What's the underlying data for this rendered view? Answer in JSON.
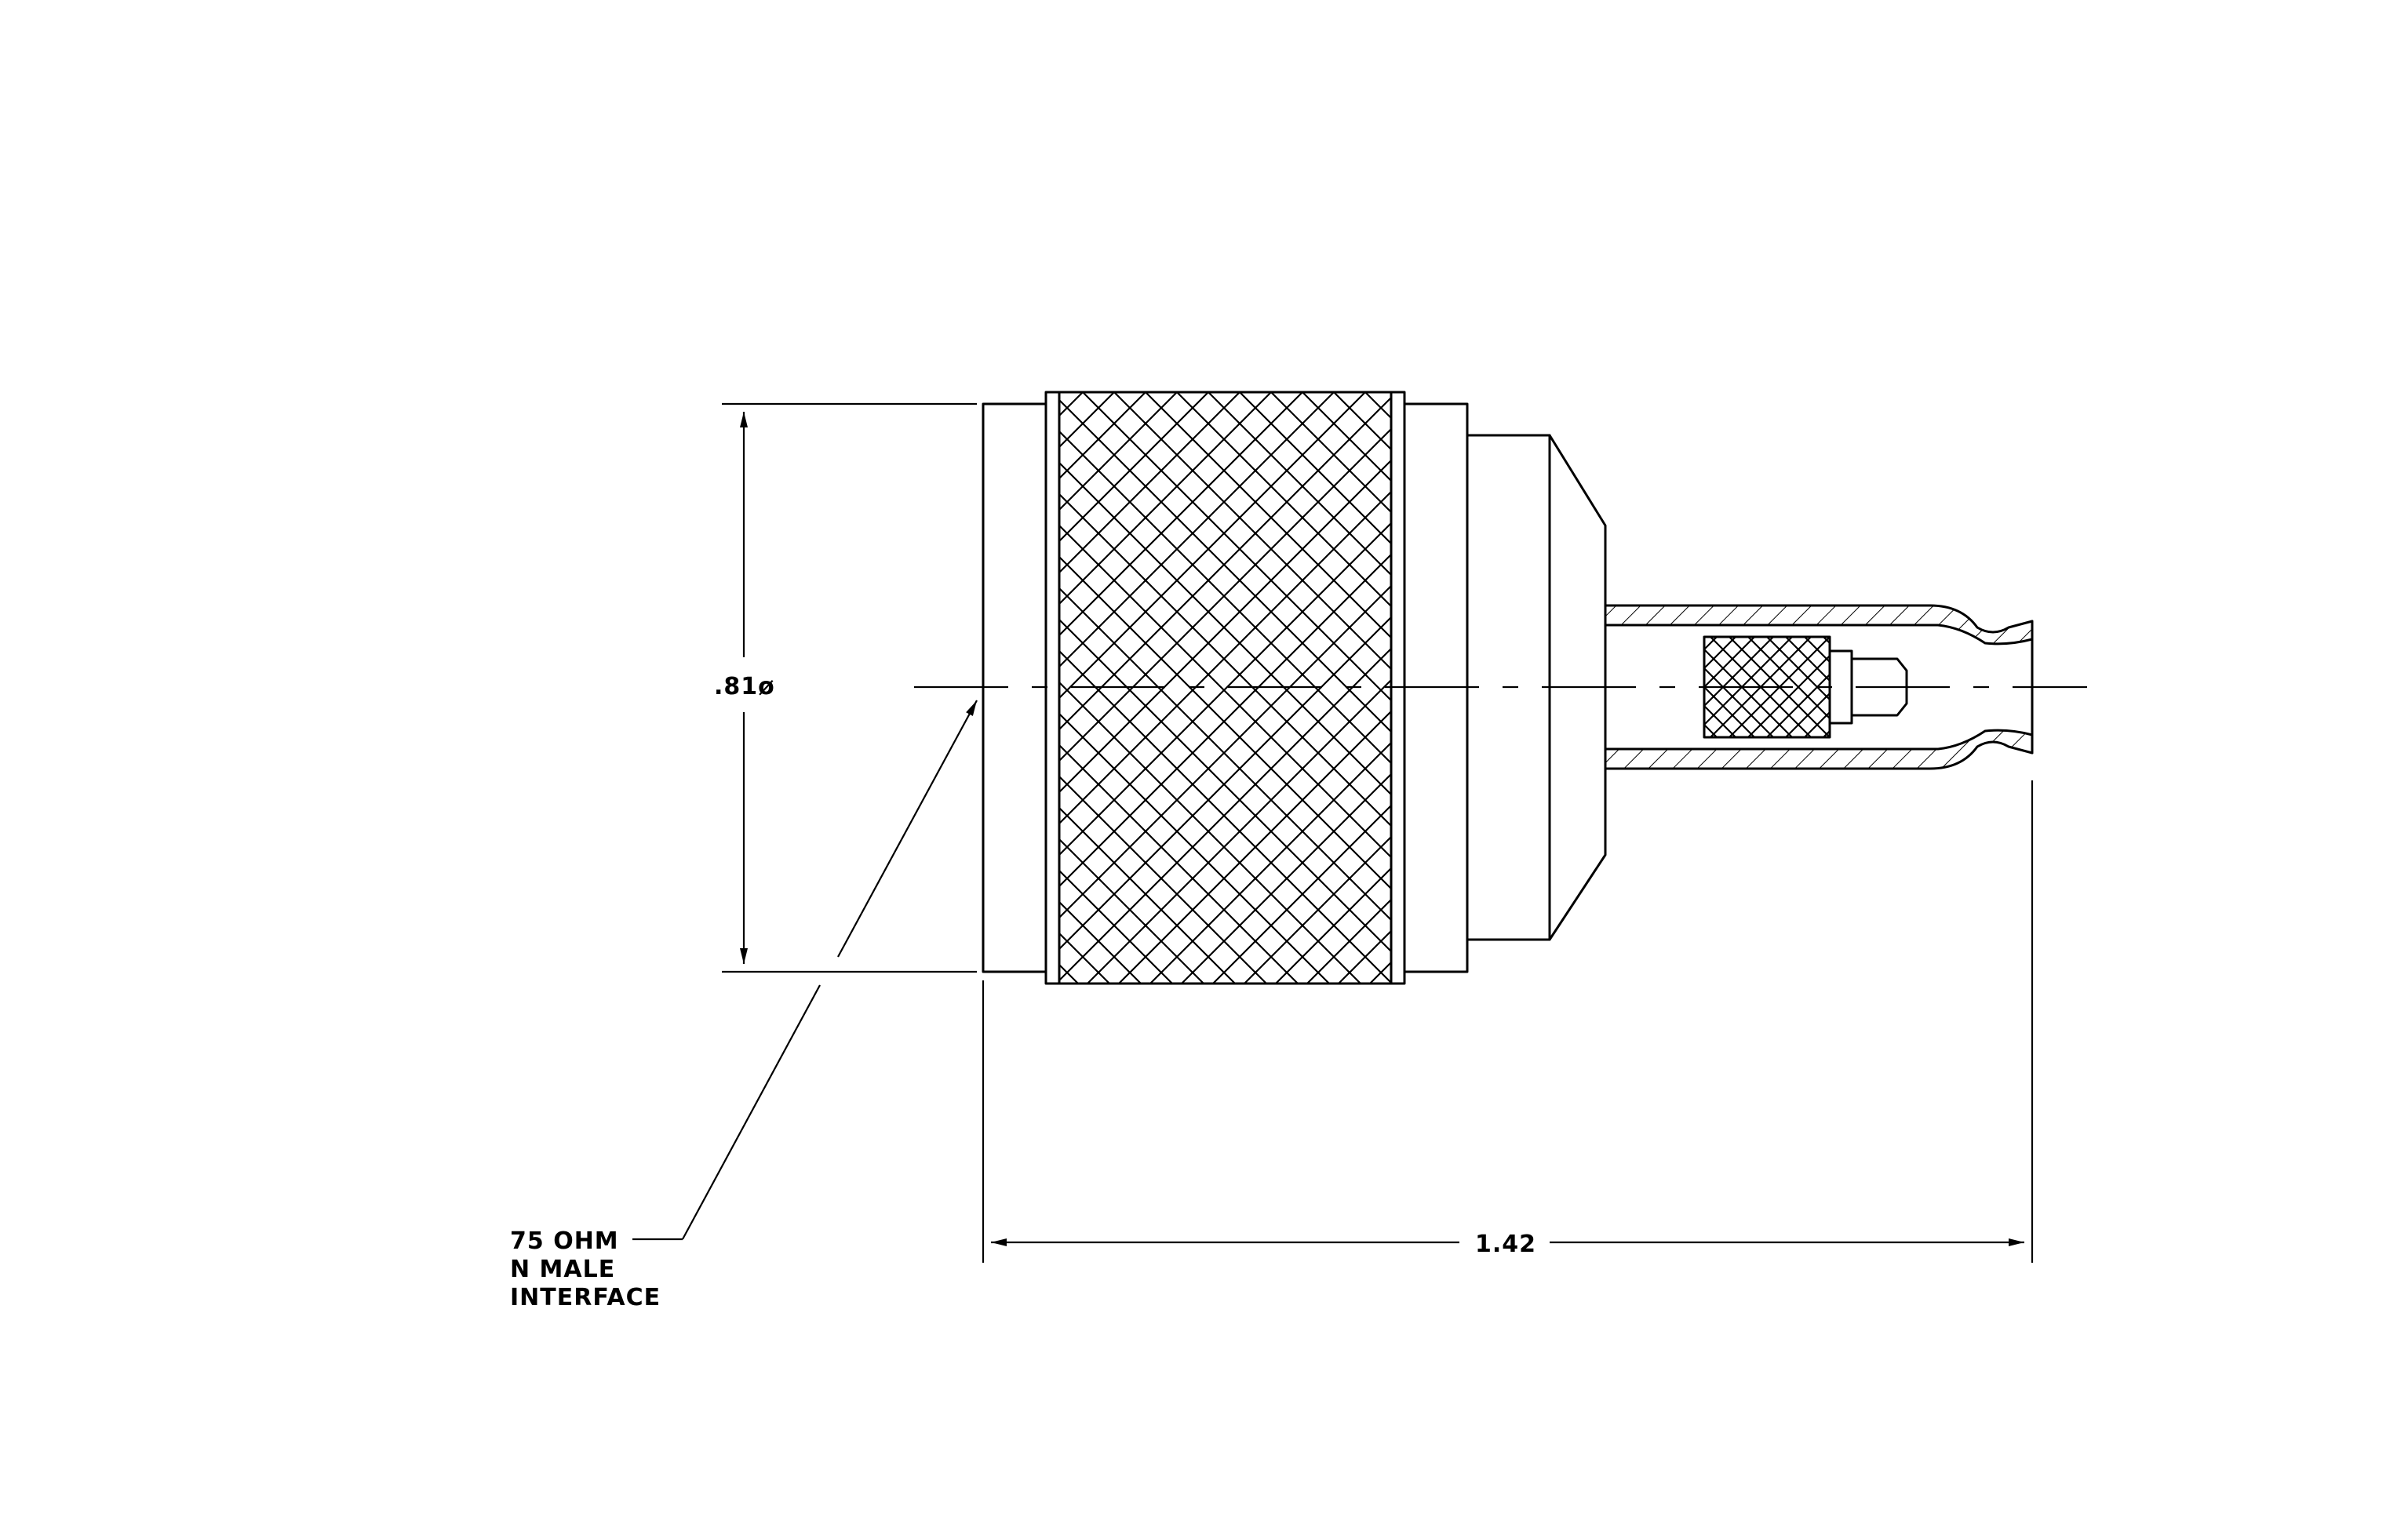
{
  "drawing": {
    "diameter_dimension": ".81ø",
    "length_dimension": "1.42",
    "callout_lines": [
      "75 OHM",
      "N MALE",
      "INTERFACE"
    ]
  }
}
